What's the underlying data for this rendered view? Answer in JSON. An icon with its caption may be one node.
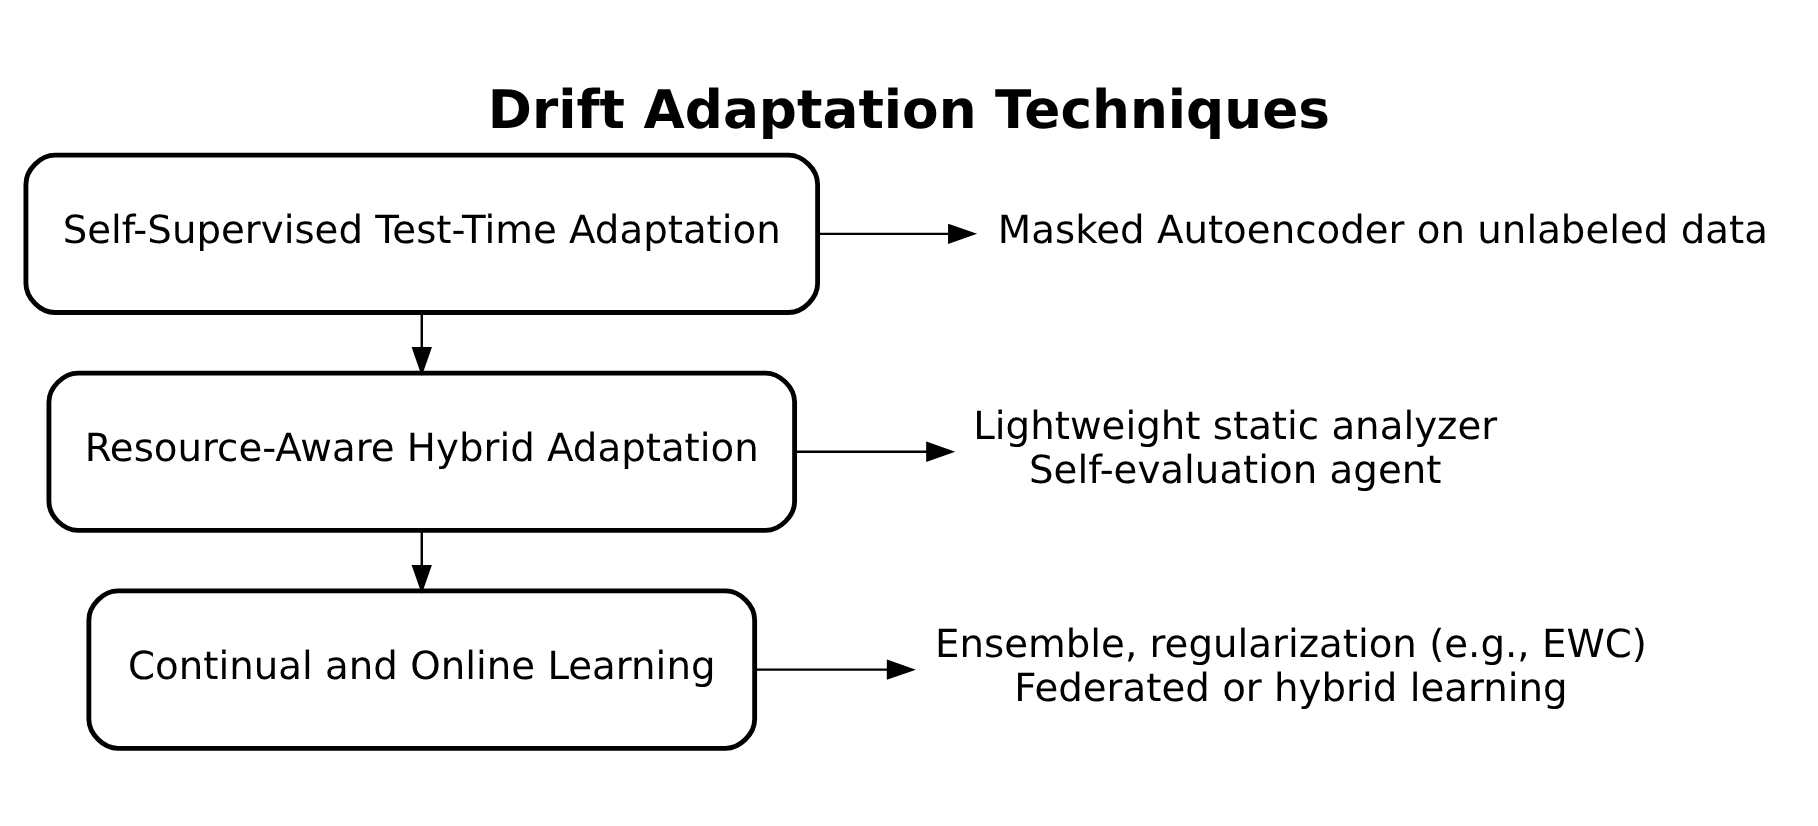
{
  "diagram": {
    "title": "Drift Adaptation Techniques",
    "nodes": [
      {
        "text": [
          "Self-Supervised Test-Time Adaptation"
        ]
      },
      {
        "text": [
          "Masked Autoencoder on unlabeled data"
        ]
      },
      {
        "text": [
          "Resource-Aware Hybrid Adaptation"
        ]
      },
      {
        "text": [
          "Lightweight static analyzer",
          "Self-evaluation agent"
        ]
      },
      {
        "text": [
          "Continual and Online Learning"
        ]
      },
      {
        "text": [
          "Ensemble, regularization (e.g., EWC)",
          "Federated or hybrid learning"
        ]
      }
    ],
    "edges": [
      {
        "from": 0,
        "to": 1,
        "arrow": "to"
      },
      {
        "from": 0,
        "to": 2,
        "arrow": "to"
      },
      {
        "from": 2,
        "to": 3,
        "arrow": "to"
      },
      {
        "from": 2,
        "to": 4,
        "arrow": "to"
      },
      {
        "from": 4,
        "to": 5,
        "arrow": "to"
      }
    ]
  }
}
